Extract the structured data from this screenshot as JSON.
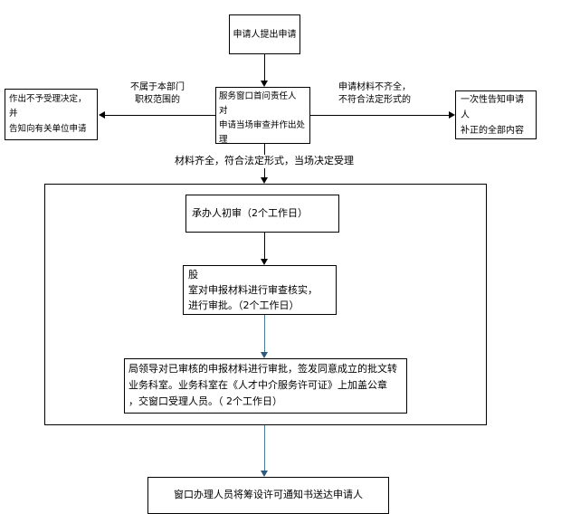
{
  "colors": {
    "background": "#ffffff",
    "box_border": "#000000",
    "text": "#000000",
    "arrow": "#000000",
    "accent_arrow": "#4a7b96",
    "accent_arrow_head": "#2f5a7d"
  },
  "nodes": {
    "start": {
      "label": "申请人提出申请"
    },
    "window_review": {
      "label": "服务窗口首问责任人 对\n申请当场审查并作出处\n理"
    },
    "reject": {
      "label": "作出不予受理决定，并\n告知向有关单位申请"
    },
    "supplement_notice": {
      "label": "一次性告知申请人\n补正的全部内容"
    },
    "initial_review": {
      "label": "承办人初审（2个工作日）"
    },
    "section_review": {
      "label": "股\n室对申报材料进行审查核实，\n进行审批。（2个工作日）"
    },
    "leader_approval": {
      "label": "局领导对已审核的申报材料进行审批，签发同意成立的批文转\n业务科室。业务科室在《人才中介服务许可证》上加盖公章\n，交窗口受理人员。（ 2个工作日）"
    },
    "deliver_notice": {
      "label": "窗口办理人员将筹设许可通知书送达申请人"
    }
  },
  "edge_labels": {
    "out_of_scope": {
      "label": "不属于本部门\n职权范围的"
    },
    "materials_incomplete": {
      "label": "申请材料不齐全，\n不符合法定形式的"
    },
    "accepted_on_spot": {
      "label": "材料齐全，符合法定形式，当场决定受理"
    }
  }
}
